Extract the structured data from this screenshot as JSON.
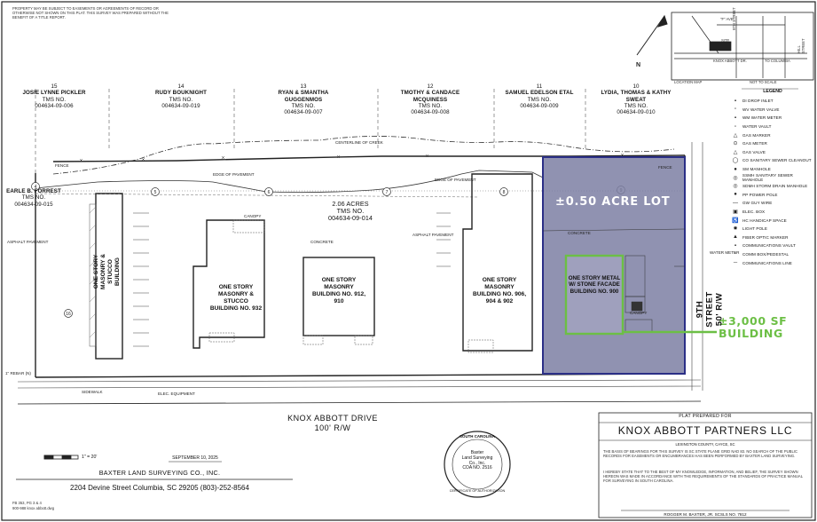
{
  "owners": [
    {
      "num": "15",
      "name": "JOSIE LYNNE PICKLER",
      "label": "TMS NO.",
      "tms": "004634-09-006"
    },
    {
      "num": "14",
      "name": "RUDY BOUKNIGHT",
      "label": "TMS NO.",
      "tms": "004634-09-019"
    },
    {
      "num": "13",
      "name": "RYAN & SMANTHA GUGGENMOS",
      "label": "TMS NO.",
      "tms": "004634-09-007"
    },
    {
      "num": "12",
      "name": "TMOTHY & CANDACE MCQUINESS",
      "label": "TMS NO.",
      "tms": "004634-09-008"
    },
    {
      "num": "11",
      "name": "SAMUEL EDELSON ETAL",
      "label": "TMS NO.",
      "tms": "004634-09-009"
    },
    {
      "num": "10",
      "name": "LYDIA, THOMAS & KATHY SWEAT",
      "label": "TMS NO.",
      "tms": "004634-09-010"
    }
  ],
  "west_owner": {
    "num": "4",
    "name": "EARLE B. FORREST",
    "label": "TMS NO.",
    "tms": "004634-09-015"
  },
  "parcel": {
    "acres": "2.06 ACRES",
    "label": "TMS NO.",
    "tms": "004634-09-014"
  },
  "buildings": [
    {
      "label": "ONE STORY MASONRY & STUCCO BUILDING"
    },
    {
      "label": "ONE STORY MASONRY & STUCCO BUILDING NO. 932"
    },
    {
      "label": "ONE STORY MASONRY BUILDING NO. 912, 910"
    },
    {
      "label": "ONE STORY MASONRY BUILDING NO. 906, 904 & 902"
    },
    {
      "label": "ONE STORY METAL W/ STONE FACADE BUILDING NO. 900"
    }
  ],
  "highlight": {
    "lot_label": "±0.50 ACRE LOT",
    "building_line1": "±3,000 SF",
    "building_line2": "BUILDING"
  },
  "roads": {
    "south_name": "KNOX ABBOTT DRIVE",
    "south_rw": "100' R/W",
    "east_name": "9TH STREET",
    "east_rw": "50' R/W"
  },
  "plat": {
    "prepared_for": "PLAT PREPARED FOR",
    "client": "KNOX ABBOTT PARTNERS LLC",
    "county": "LEXINGTON COUNTY, CAYCE, SC"
  },
  "surveyor": {
    "company": "BAXTER LAND SURVEYING CO., INC.",
    "address": "2204 Devine Street   Columbia, SC  29205   (803)-252-8564",
    "date": "SEPTEMBER 10, 2025",
    "scale": "1\" = 20'",
    "signature": "ROGGER M. BAXTER, JR.  SCSLS NO. 7812",
    "file": "FB 353, PG 3 & 4",
    "file2": "900-988 knox abbott.dwg"
  },
  "seal": {
    "top": "SOUTH CAROLINA",
    "middle1": "Baxter",
    "middle2": "Land Surveying",
    "middle3": "Co., Inc.",
    "middle4": "COA NO. 2516",
    "bottom": "CERTIFICATE OF AUTHORIZATION"
  },
  "location_map": {
    "title": "LOCATION MAP",
    "not_to_scale": "NOT TO SCALE",
    "site": "SITE",
    "road1": "KNOX ABBOTT DR.",
    "road2": "TO COLUMBIA",
    "road3": "9TH STREET",
    "road4": "HILL STREET",
    "road5": "\"F\" AVE."
  },
  "legend": {
    "title": "LEGEND",
    "items": [
      {
        "sym": "▪",
        "text": "DI  DROP INLET"
      },
      {
        "sym": "▫",
        "text": "WV  WATER VALVE"
      },
      {
        "sym": "▪",
        "text": "WM  WATER METER"
      },
      {
        "sym": "▫",
        "text": "WATER VAULT"
      },
      {
        "sym": "△",
        "text": "GAS MARKER"
      },
      {
        "sym": "⊙",
        "text": "GAS METER"
      },
      {
        "sym": "△",
        "text": "GAS VALVE"
      },
      {
        "sym": "◯",
        "text": "CO  SANITARY SEWER CLEANOUT"
      },
      {
        "sym": "●",
        "text": "SM  MANHOLE"
      },
      {
        "sym": "◎",
        "text": "SSMH  SANITARY SEWER MANHOLE"
      },
      {
        "sym": "◎",
        "text": "SDMH  STORM DRAIN MANHOLE"
      },
      {
        "sym": "●",
        "text": "PP  POWER POLE"
      },
      {
        "sym": "—",
        "text": "GW  GUY WIRE"
      },
      {
        "sym": "▣",
        "text": "ELEC. BOX"
      },
      {
        "sym": "♿",
        "text": "HC  HANDICAP SPACE"
      },
      {
        "sym": "✸",
        "text": "LIGHT POLE"
      },
      {
        "sym": "▲",
        "text": "FIBER OPTIC MARKER"
      },
      {
        "sym": "▪",
        "text": "COMMUNICATIONS VAULT"
      },
      {
        "sym": "▫",
        "text": "COMM BOX/PEDESTAL"
      },
      {
        "sym": "─",
        "text": "COMMUNICATIONS LINE"
      }
    ]
  },
  "notes": {
    "top_left": "PROPERTY MAY BE SUBJECT TO EASEMENTS OR AGREEMENTS OF RECORD OR OTHERWISE NOT SHOWN ON THIS PLAT. THIS SURVEY WAS PREPARED WITHOUT THE BENEFIT OF A TITLE REPORT.",
    "right_block": "THE BASIS OF BEARINGS FOR THIS SURVEY IS SC STATE PLANE GRID NAD 83. NO SEARCH OF THE PUBLIC RECORDS FOR EASEMENTS OR ENCUMBRANCES HAS BEEN PERFORMED BY BAXTER LAND SURVEYING.",
    "cert_block": "I HEREBY STATE THAT TO THE BEST OF MY KNOWLEDGE, INFORMATION, AND BELIEF, THE SURVEY SHOWN HEREON WAS MADE IN ACCORDANCE WITH THE REQUIREMENTS OF THE STANDARDS OF PRACTICE MANUAL FOR SURVEYING IN SOUTH CAROLINA."
  },
  "annotations": {
    "fence": "FENCE",
    "edge": "EDGE OF PAVEMENT",
    "concrete": "CONCRETE",
    "asphalt": "ASPHALT PAVEMENT",
    "canopy": "CANOPY",
    "sidewalk": "SIDEWALK",
    "centerline": "CENTERLINE OF CREEK",
    "water_meter": "WATER METER",
    "elec_equip": "ELEC. EQUIPMENT",
    "rebar": "1\" REBAR (N)"
  }
}
